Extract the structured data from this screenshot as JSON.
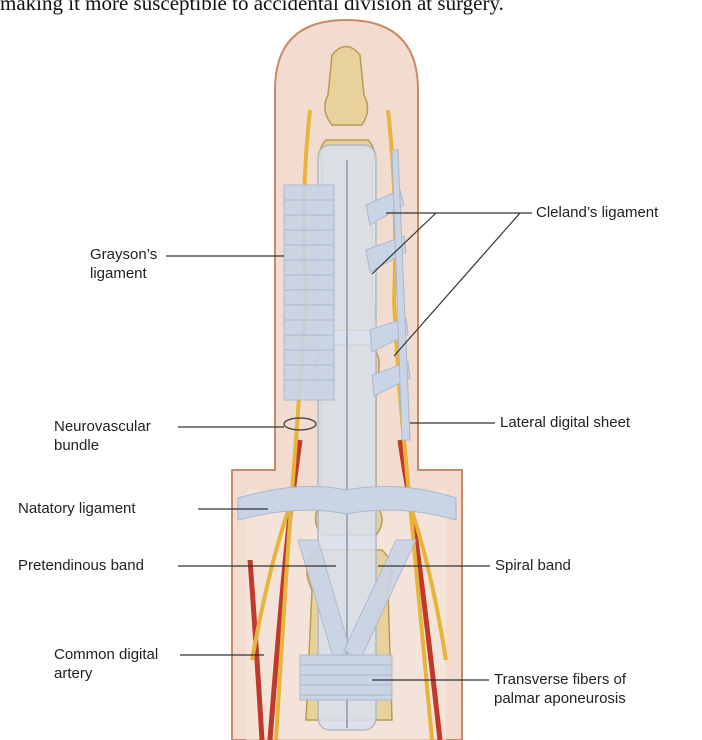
{
  "caption": "making it more susceptible to accidental division at surgery.",
  "labels": {
    "clelands": "Cleland’s ligament",
    "graysons_1": "Grayson’s",
    "graysons_2": "ligament",
    "neurovascular_1": "Neurovascular",
    "neurovascular_2": "bundle",
    "lateral_digital": "Lateral digital sheet",
    "natatory": "Natatory ligament",
    "pretendinous": "Pretendinous band",
    "spiral": "Spiral band",
    "common_digital_1": "Common digital",
    "common_digital_2": "artery",
    "transverse_1": "Transverse fibers of",
    "transverse_2": "palmar aponeurosis"
  },
  "colors": {
    "skin": "#f1dccf",
    "skin_outline": "#c98a6a",
    "bone": "#e8d19a",
    "ligament": "#c9d4e6",
    "artery": "#c0392b",
    "nerve": "#e7b43b",
    "leader_line": "#333333"
  }
}
